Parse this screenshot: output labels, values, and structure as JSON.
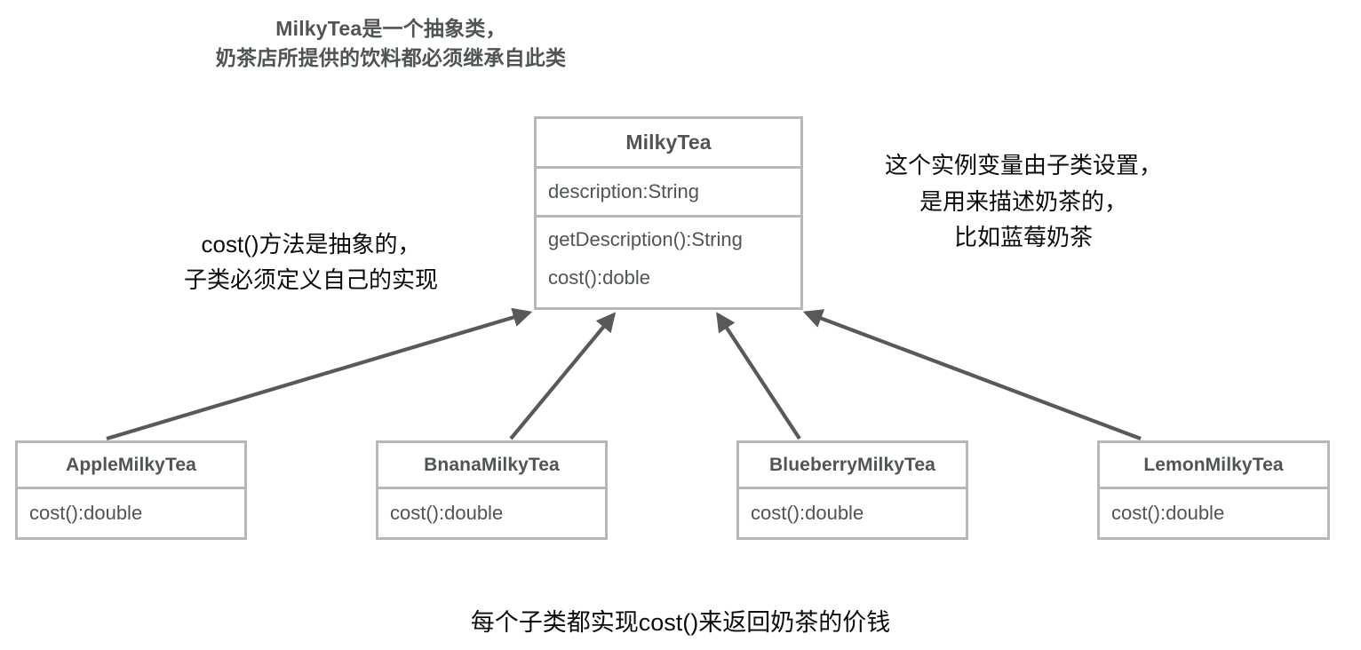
{
  "diagram": {
    "title": "MilkyTea UML class diagram",
    "colors": {
      "box_border": "#b3b9bb",
      "box_text": "#4f5456",
      "annotation_text": "#0c0c0c",
      "annotation_title_text": "#4f5456",
      "arrow": "#58595b",
      "background": "#ffffff"
    }
  },
  "annotations": {
    "top": "MilkyTea是一个抽象类，\n奶茶店所提供的饮料都必须继承自此类",
    "left": "cost()方法是抽象的，\n子类必须定义自己的实现",
    "right": "这个实例变量由子类设置，\n是用来描述奶茶的，\n比如蓝莓奶茶",
    "bottom": "每个子类都实现cost()来返回奶茶的价钱"
  },
  "parent_class": {
    "name": "MilkyTea",
    "attributes": [
      "description:String"
    ],
    "operations": [
      "getDescription():String",
      "cost():doble"
    ]
  },
  "subclasses": [
    {
      "name": "AppleMilkyTea",
      "operations": [
        "cost():double"
      ]
    },
    {
      "name": "BnanaMilkyTea",
      "operations": [
        "cost():double"
      ]
    },
    {
      "name": "BlueberryMilkyTea",
      "operations": [
        "cost():double"
      ]
    },
    {
      "name": "LemonMilkyTea",
      "operations": [
        "cost():double"
      ]
    }
  ],
  "relations": {
    "type": "inheritance",
    "arrow_count": 4,
    "description": "每个子类继承自 MilkyTea"
  }
}
